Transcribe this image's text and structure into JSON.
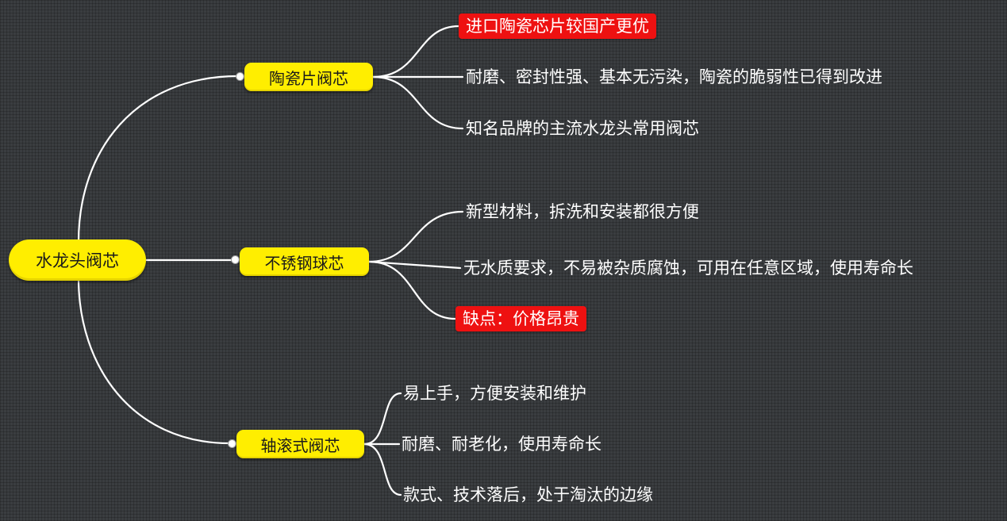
{
  "root": {
    "label": "水龙头阀芯"
  },
  "branches": [
    {
      "label": "陶瓷片阀芯",
      "leaves": [
        {
          "text": "进口陶瓷芯片较国产更优",
          "highlight": true
        },
        {
          "text": "耐磨、密封性强、基本无污染，陶瓷的脆弱性已得到改进",
          "highlight": false
        },
        {
          "text": "知名品牌的主流水龙头常用阀芯",
          "highlight": false
        }
      ]
    },
    {
      "label": "不锈钢球芯",
      "leaves": [
        {
          "text": "新型材料，拆洗和安装都很方便",
          "highlight": false
        },
        {
          "text": "无水质要求，不易被杂质腐蚀，可用在任意区域，使用寿命长",
          "highlight": false
        },
        {
          "text": "缺点：价格昂贵",
          "highlight": true
        }
      ]
    },
    {
      "label": "轴滚式阀芯",
      "leaves": [
        {
          "text": "易上手，方便安装和维护",
          "highlight": false
        },
        {
          "text": "耐磨、耐老化，使用寿命长",
          "highlight": false
        },
        {
          "text": "款式、技术落后，处于淘汰的边缘",
          "highlight": false
        }
      ]
    }
  ],
  "colors": {
    "background": "#3a3d40",
    "node_fill": "#ffee00",
    "highlight_fill": "#ee1111",
    "connector": "#ffffff",
    "leaf_text": "#ffffff"
  }
}
